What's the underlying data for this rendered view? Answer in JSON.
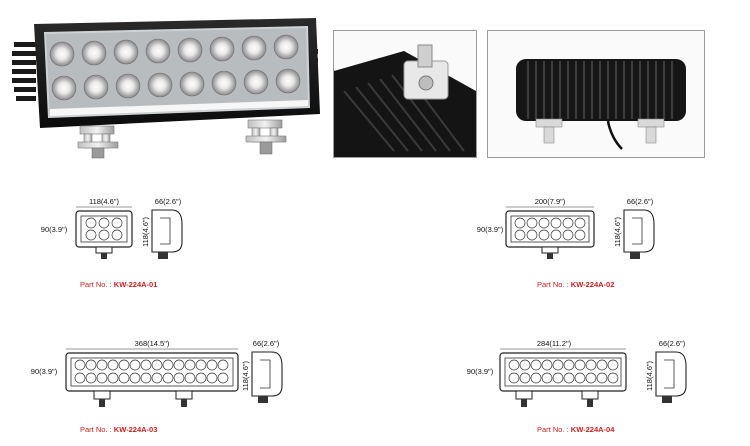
{
  "photos": [
    {
      "name": "front-view-photo"
    },
    {
      "name": "side-angle-photo"
    },
    {
      "name": "rear-view-photo"
    }
  ],
  "models": [
    {
      "part_label": "Part No. :",
      "part_no": "KW-224A-01",
      "width": "118(4.6\")",
      "height": "90(3.9\")",
      "depth": "66(2.6\")",
      "side_height": "118(4.6\")"
    },
    {
      "part_label": "Part No. :",
      "part_no": "KW-224A-02",
      "width": "200(7.9\")",
      "height": "90(3.9\")",
      "depth": "66(2.6\")",
      "side_height": "118(4.6\")"
    },
    {
      "part_label": "Part No. :",
      "part_no": "KW-224A-03",
      "width": "368(14.5\")",
      "height": "90(3.9\")",
      "depth": "66(2.6\")",
      "side_height": "118(4.6\")"
    },
    {
      "part_label": "Part No. :",
      "part_no": "KW-224A-04",
      "width": "284(11.2\")",
      "height": "90(3.9\")",
      "depth": "66(2.6\")",
      "side_height": "118(4.6\")"
    }
  ]
}
